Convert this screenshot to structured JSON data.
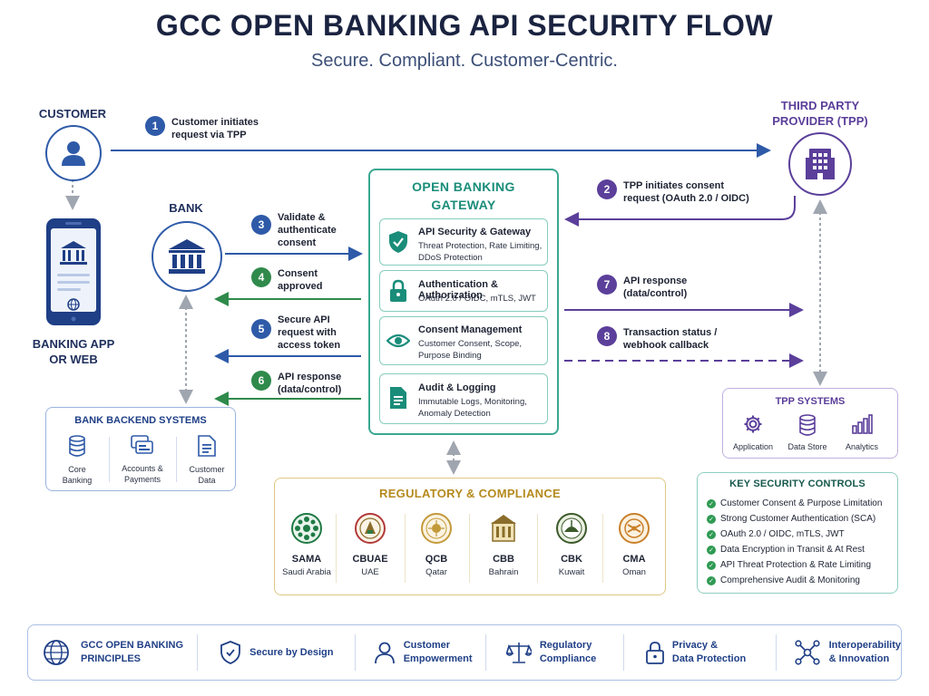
{
  "header": {
    "title": "GCC OPEN BANKING API SECURITY FLOW",
    "subtitle": "Secure. Compliant. Customer-Centric."
  },
  "actors": {
    "customer": "CUSTOMER",
    "banking_app": [
      "BANKING APP",
      "OR WEB"
    ],
    "bank": "BANK",
    "tpp": [
      "THIRD PARTY",
      "PROVIDER (TPP)"
    ]
  },
  "steps": [
    {
      "num": "1",
      "lines": [
        "Customer initiates",
        "request via TPP"
      ]
    },
    {
      "num": "2",
      "lines": [
        "TPP initiates consent",
        "request (OAuth 2.0 / OIDC)"
      ]
    },
    {
      "num": "3",
      "lines": [
        "Validate &",
        "authenticate",
        "consent"
      ]
    },
    {
      "num": "4",
      "lines": [
        "Consent",
        "approved"
      ]
    },
    {
      "num": "5",
      "lines": [
        "Secure API",
        "request with",
        "access token"
      ]
    },
    {
      "num": "6",
      "lines": [
        "API response",
        "(data/control)"
      ]
    },
    {
      "num": "7",
      "lines": [
        "API response",
        "(data/control)"
      ]
    },
    {
      "num": "8",
      "lines": [
        "Transaction status /",
        "webhook callback"
      ]
    }
  ],
  "gateway": {
    "title": [
      "OPEN BANKING",
      "GATEWAY"
    ],
    "cards": [
      {
        "title": "API Security & Gateway",
        "desc": [
          "Threat Protection, Rate Limiting,",
          "DDoS Protection"
        ],
        "icon": "shield-check-icon"
      },
      {
        "title": "Authentication & Authorization",
        "desc": [
          "OAuth 2.0 / OIDC, mTLS, JWT"
        ],
        "icon": "lock-icon"
      },
      {
        "title": "Consent Management",
        "desc": [
          "Customer Consent, Scope,",
          "Purpose Binding"
        ],
        "icon": "eye-icon"
      },
      {
        "title": "Audit & Logging",
        "desc": [
          "Immutable Logs, Monitoring,",
          "Anomaly Detection"
        ],
        "icon": "document-icon"
      }
    ]
  },
  "bank_backend": {
    "title": "BANK BACKEND SYSTEMS",
    "items": [
      {
        "lines": [
          "Core",
          "Banking"
        ],
        "icon": "database-icon"
      },
      {
        "lines": [
          "Accounts &",
          "Payments"
        ],
        "icon": "cards-icon"
      },
      {
        "lines": [
          "Customer",
          "Data"
        ],
        "icon": "document-icon"
      }
    ]
  },
  "tpp_systems": {
    "title": "TPP SYSTEMS",
    "items": [
      {
        "label": "Application",
        "icon": "gear-icon"
      },
      {
        "label": "Data Store",
        "icon": "database-icon"
      },
      {
        "label": "Analytics",
        "icon": "bar-chart-icon"
      }
    ]
  },
  "regulatory": {
    "title": "REGULATORY & COMPLIANCE",
    "regulators": [
      {
        "name": "SAMA",
        "country": "Saudi Arabia"
      },
      {
        "name": "CBUAE",
        "country": "UAE"
      },
      {
        "name": "QCB",
        "country": "Qatar"
      },
      {
        "name": "CBB",
        "country": "Bahrain"
      },
      {
        "name": "CBK",
        "country": "Kuwait"
      },
      {
        "name": "CMA",
        "country": "Oman"
      }
    ]
  },
  "controls": {
    "title": "KEY SECURITY CONTROLS",
    "items": [
      "Customer Consent & Purpose Limitation",
      "Strong Customer Authentication (SCA)",
      "OAuth 2.0 / OIDC, mTLS, JWT",
      "Data Encryption in Transit & At Rest",
      "API Threat Protection & Rate Limiting",
      "Comprehensive Audit & Monitoring"
    ]
  },
  "principles": {
    "title": [
      "GCC OPEN BANKING",
      "PRINCIPLES"
    ],
    "items": [
      {
        "lines": [
          "Secure by Design"
        ],
        "icon": "shield-icon"
      },
      {
        "lines": [
          "Customer",
          "Empowerment"
        ],
        "icon": "user-icon"
      },
      {
        "lines": [
          "Regulatory",
          "Compliance"
        ],
        "icon": "scales-icon"
      },
      {
        "lines": [
          "Privacy &",
          "Data Protection"
        ],
        "icon": "lock-icon"
      },
      {
        "lines": [
          "Interoperability",
          "& Innovation"
        ],
        "icon": "network-icon"
      }
    ]
  },
  "colors": {
    "navy": "#1a2340",
    "blue": "#2e5aa8",
    "teal": "#1a8d7a",
    "green": "#2f8a4b",
    "purple": "#5b3f9a",
    "gold": "#b58a1f"
  }
}
